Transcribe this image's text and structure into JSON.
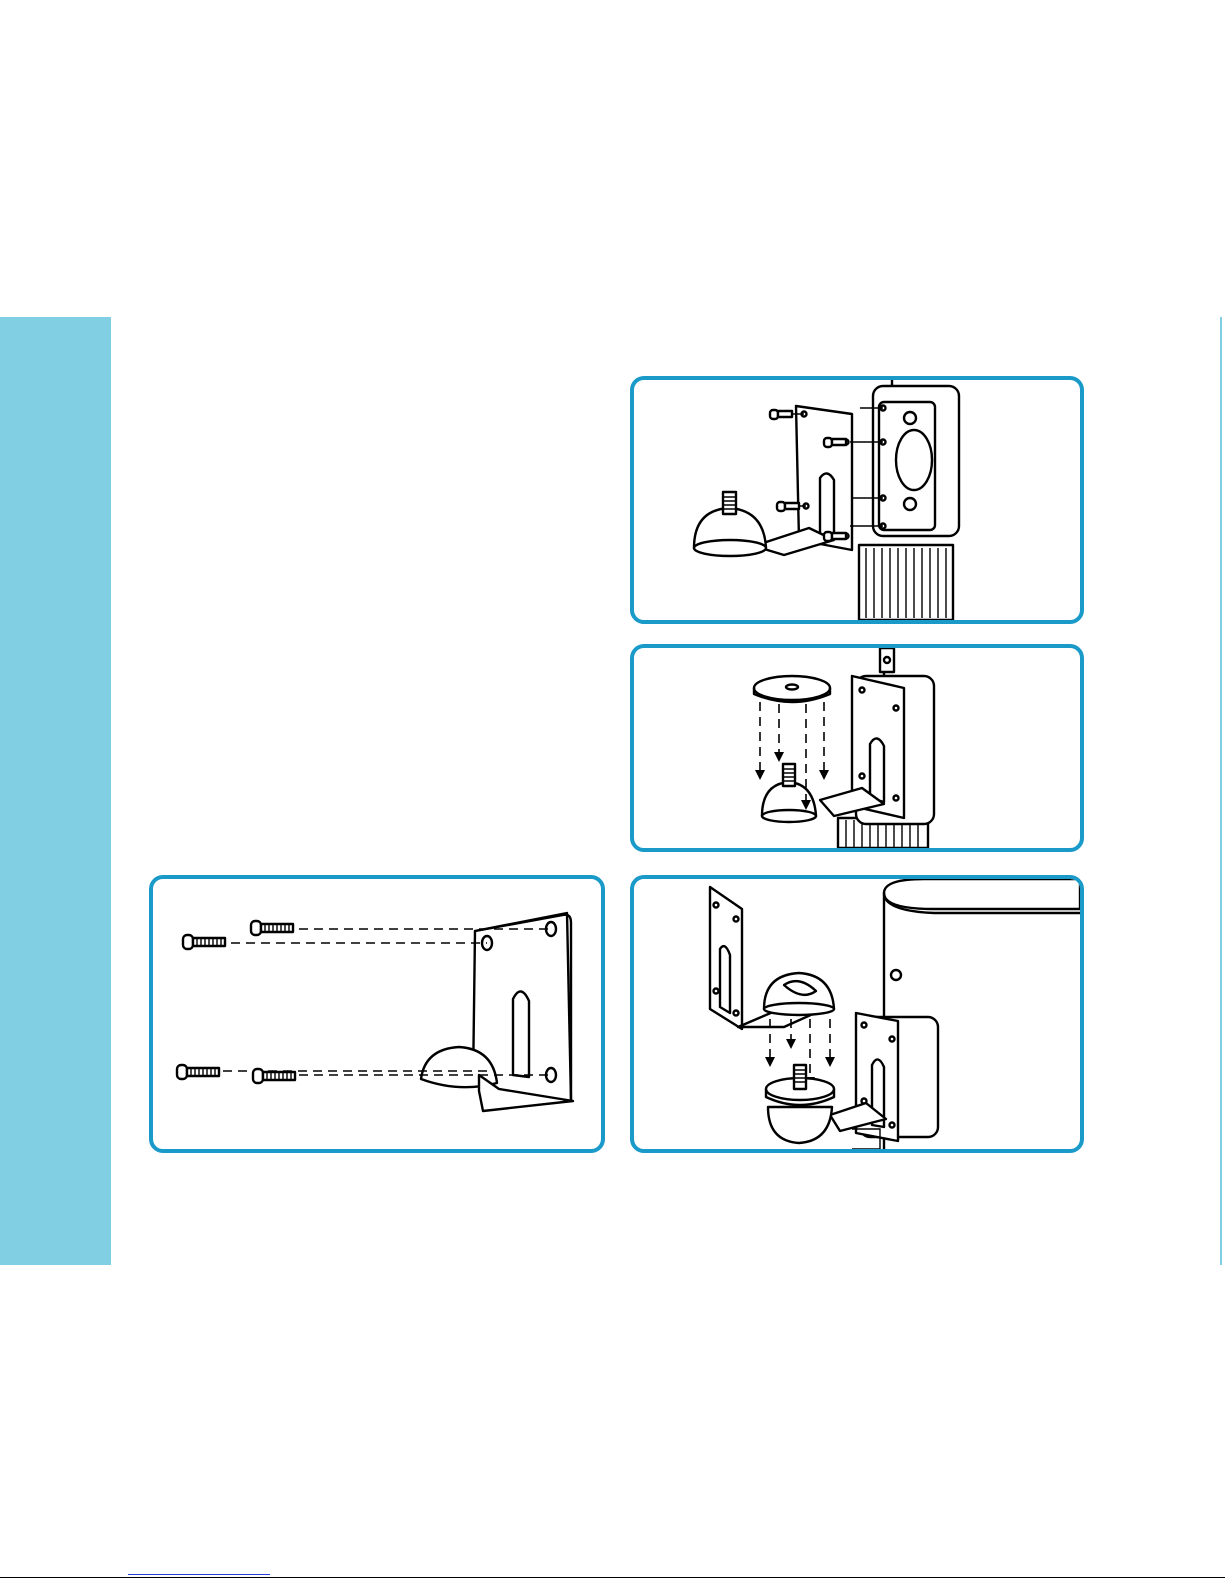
{
  "page": {
    "background": "#ffffff",
    "accent_color": "#80cfe2",
    "panel_border_color": "#1a9ac9"
  },
  "panels": [
    {
      "id": "step-mount-plate-to-speaker",
      "content": "illustration"
    },
    {
      "id": "step-place-washer-on-ball-stud",
      "content": "illustration"
    },
    {
      "id": "step-attach-ball-socket-to-stud",
      "content": "illustration"
    },
    {
      "id": "step-screw-bracket-to-wall",
      "content": "illustration"
    }
  ],
  "icons": [
    "screw-icon",
    "washer-icon",
    "down-arrow-icon",
    "wall-bracket-icon",
    "speaker-icon"
  ]
}
